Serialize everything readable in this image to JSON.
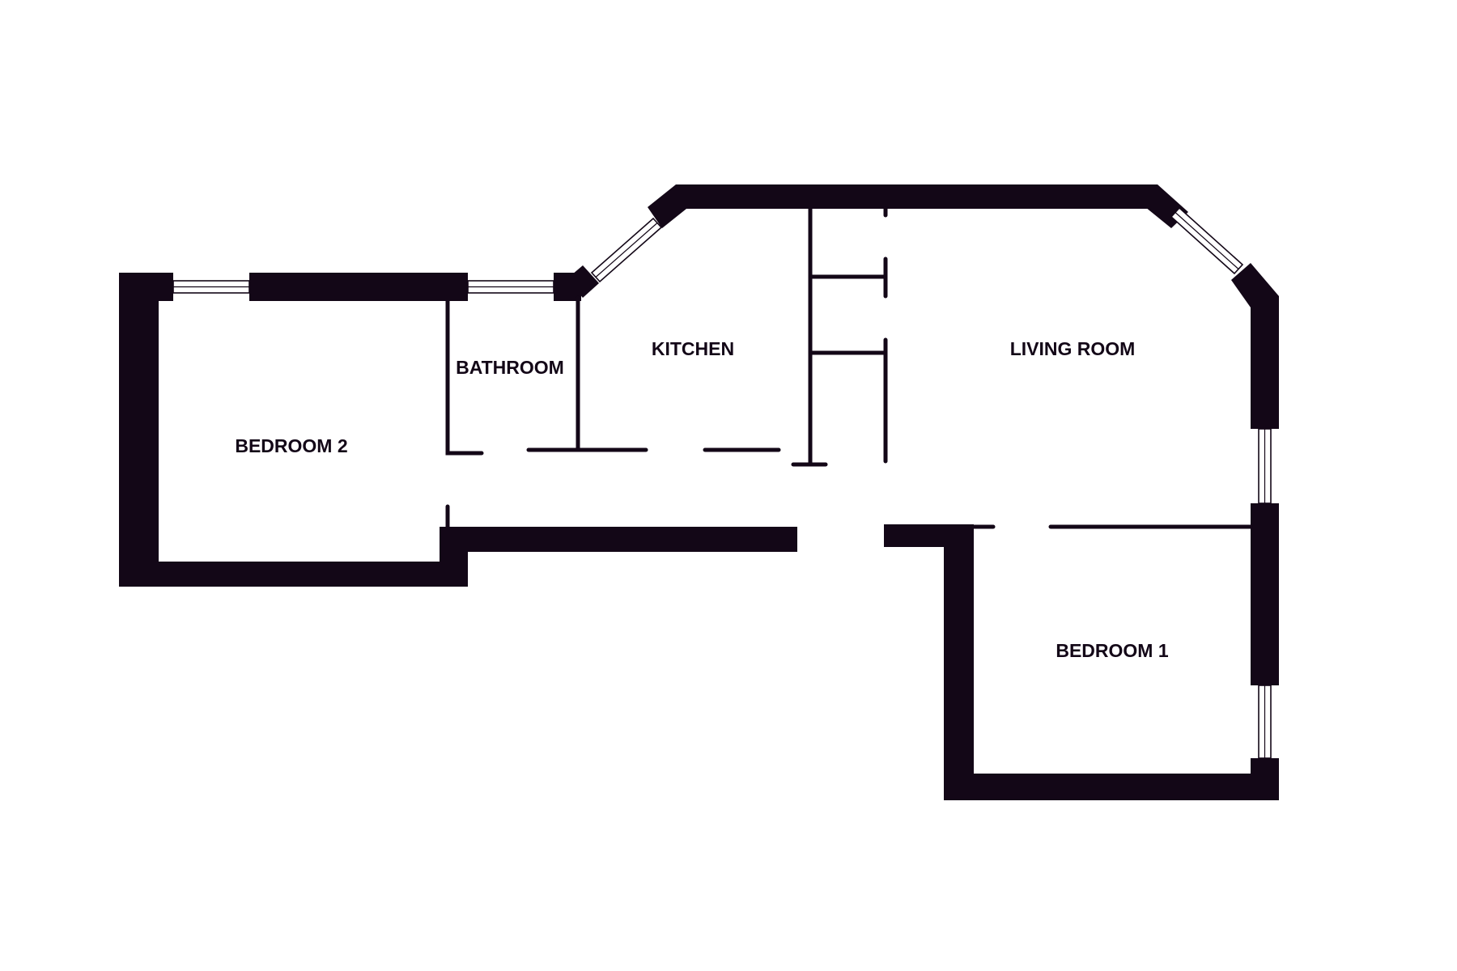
{
  "colors": {
    "wall": "#130717",
    "background": "#ffffff"
  },
  "rooms": {
    "bedroom_2": "BEDROOM 2",
    "bathroom": "BATHROOM",
    "kitchen": "KITCHEN",
    "living_room": "LIVING ROOM",
    "bedroom_1": "BEDROOM 1"
  }
}
